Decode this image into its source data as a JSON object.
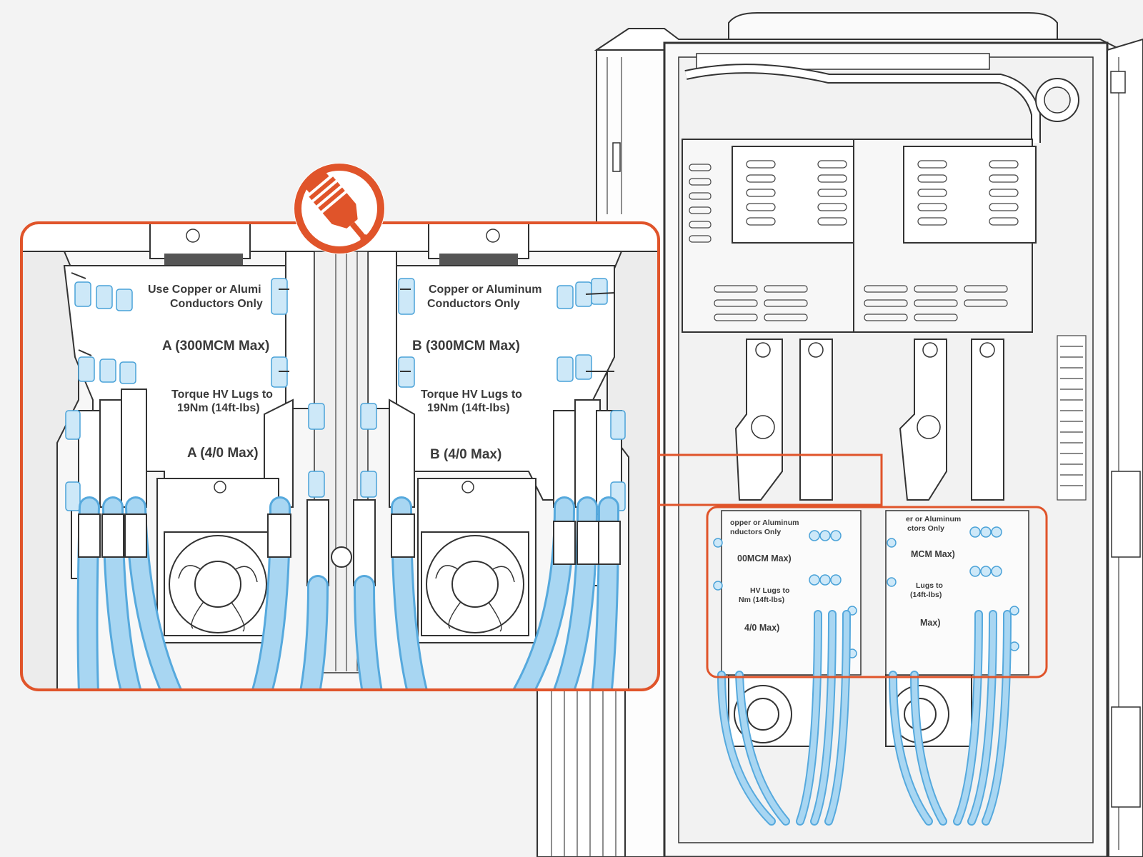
{
  "accent_color": "#e0542a",
  "cable_color": "#a8d6f2",
  "cable_edge_color": "#56a9dd",
  "tool_icon": "cable-lug-crimp-icon",
  "zoom_labels": {
    "conductors_a_line1": "Use Copper or Alumi",
    "conductors_a_line2": "Conductors Only",
    "conductors_b_line1": "Copper or Aluminum",
    "conductors_b_line2": "Conductors Only",
    "max_a_300": "A (300MCM Max)",
    "max_b_300": "B (300MCM Max)",
    "torque_a_line1": "Torque HV Lugs to",
    "torque_a_line2": "19Nm (14ft-lbs)",
    "torque_b_line1": "Torque HV Lugs to",
    "torque_b_line2": "19Nm (14ft-lbs)",
    "max_a_40": "A (4/0 Max)",
    "max_b_40": "B (4/0 Max)"
  },
  "cabinet_labels": {
    "left_line1": "opper or Aluminum",
    "left_line2": "nductors Only",
    "left_300": "00MCM Max)",
    "left_torque1": "HV Lugs to",
    "left_torque2": "Nm (14ft-lbs)",
    "left_40": "4/0 Max)",
    "right_line1": "er or Aluminum",
    "right_line2": "ctors Only",
    "right_300": "MCM Max)",
    "right_torque1": "Lugs to",
    "right_torque2": "(14ft-lbs)",
    "right_40": "Max)"
  }
}
